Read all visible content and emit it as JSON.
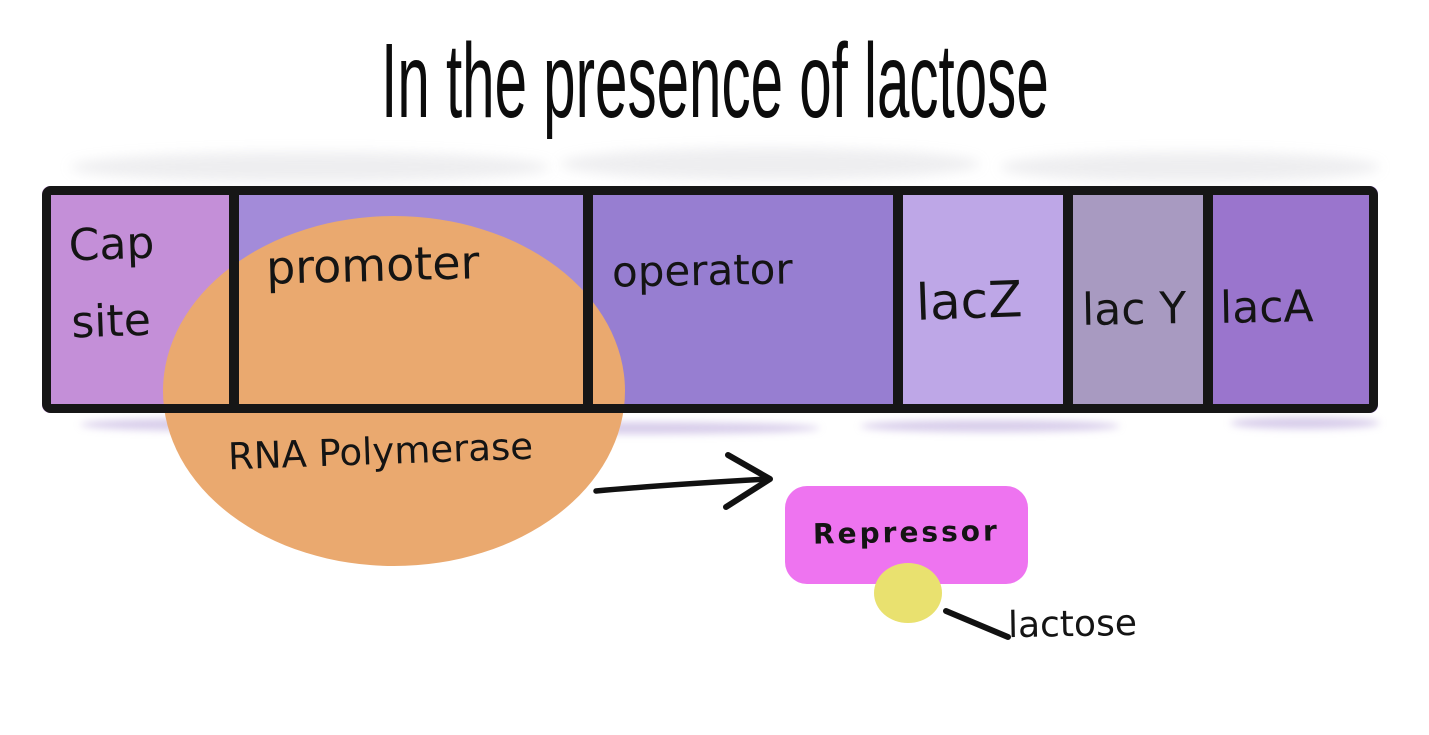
{
  "title": "In the presence of lactose",
  "diagram": {
    "operon_segments": [
      {
        "name": "cap-site",
        "label_line1": "Cap",
        "label_line2": "site",
        "color": "#c48fd8"
      },
      {
        "name": "promoter",
        "label": "promoter",
        "color": "#a38bd9"
      },
      {
        "name": "operator",
        "label": "operator",
        "color": "#977ed1"
      },
      {
        "name": "lacZ",
        "label": "lacZ",
        "color": "#bea7e7"
      },
      {
        "name": "lacY",
        "label": "lac Y",
        "color": "#a89ac1"
      },
      {
        "name": "lacA",
        "label": "lacA",
        "color": "#9a75cd"
      }
    ],
    "rna_polymerase": {
      "label": "RNA Polymerase",
      "color": "#eaa96f"
    },
    "repressor": {
      "label": "Repressor",
      "color": "#ee74f0"
    },
    "lactose": {
      "label": "lactose",
      "color": "#e9e16f"
    },
    "outline_color": "#161616"
  }
}
